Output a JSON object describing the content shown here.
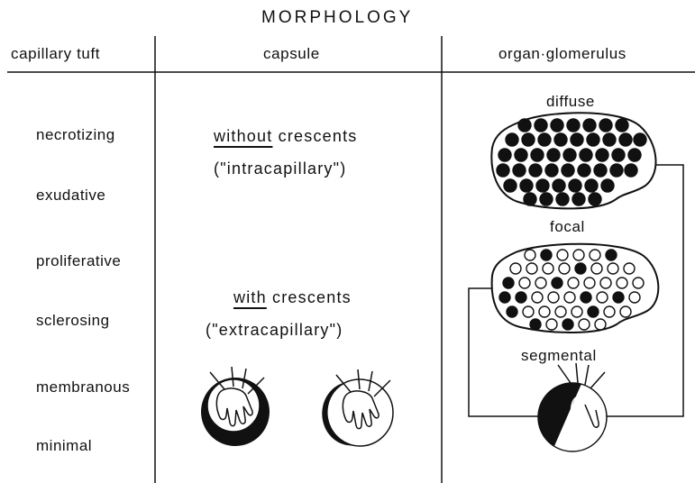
{
  "title": "MORPHOLOGY",
  "headers": {
    "col1": "capillary tuft",
    "col2": "capsule",
    "col3": "organ·glomerulus"
  },
  "tuft_types": [
    "necrotizing",
    "exudative",
    "proliferative",
    "sclerosing",
    "membranous",
    "minimal"
  ],
  "capsule": {
    "without_word": "without",
    "without_rest": " crescents",
    "without_sub": "(\"intracapillary\")",
    "with_word": "with",
    "with_rest": " crescents",
    "with_sub": "(\"extracapillary\")"
  },
  "organ": {
    "diffuse": "diffuse",
    "focal": "focal",
    "segmental": "segmental"
  },
  "colors": {
    "ink": "#111111",
    "paper": "#ffffff"
  }
}
